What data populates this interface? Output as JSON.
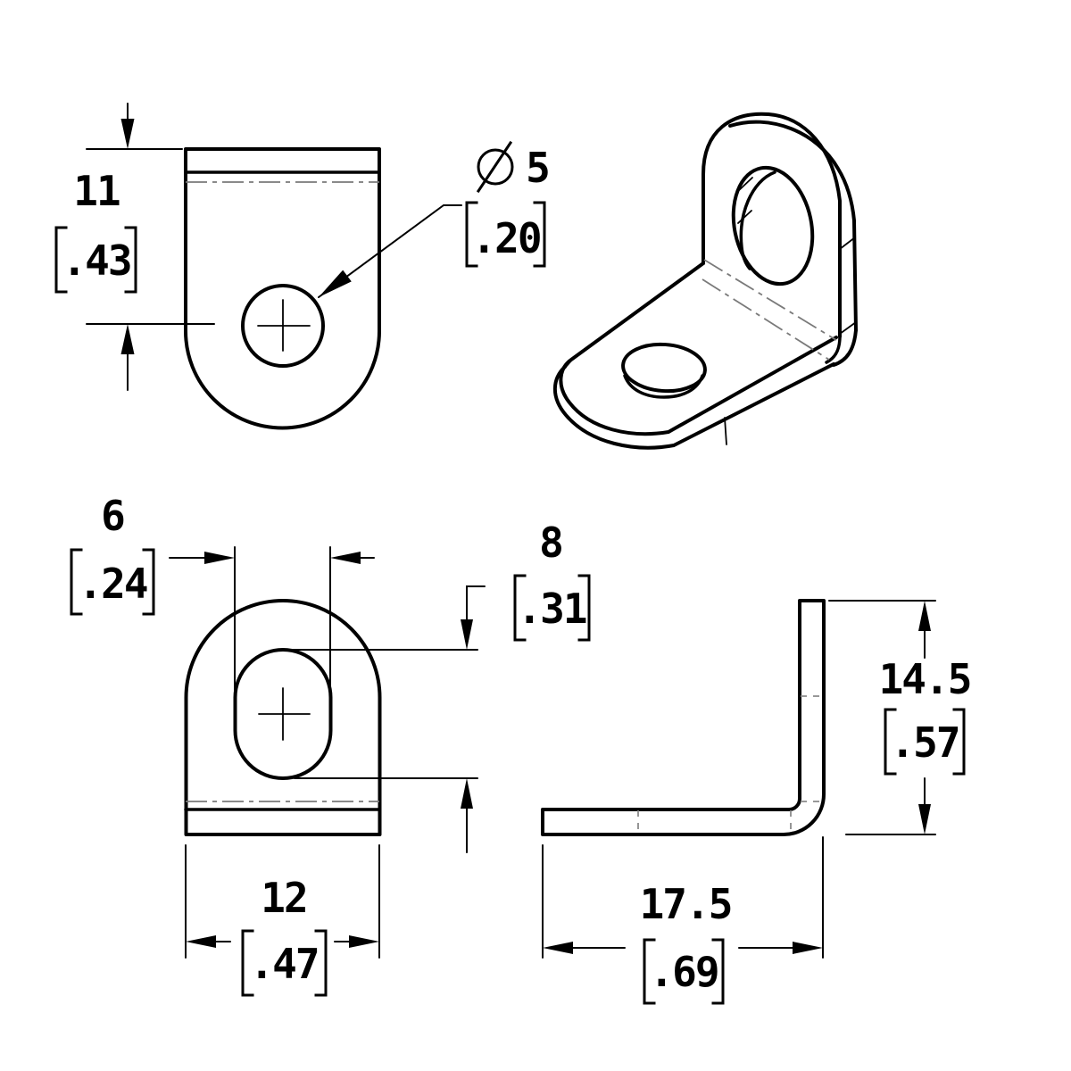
{
  "page": {
    "background": "#ffffff",
    "line_color": "#000000",
    "centerline_color": "#7a7a7a"
  },
  "dimensions": {
    "flange_offset": {
      "mm": "11",
      "inch": ".43"
    },
    "hole_diameter": {
      "mm": "5",
      "inch": ".20",
      "symbol": "diameter-sign"
    },
    "slot_width": {
      "mm": "6",
      "inch": ".24"
    },
    "slot_height": {
      "mm": "8",
      "inch": ".31"
    },
    "overall_width": {
      "mm": "12",
      "inch": ".47"
    },
    "overall_height": {
      "mm": "14.5",
      "inch": ".57"
    },
    "overall_length": {
      "mm": "17.5",
      "inch": ".69"
    }
  }
}
